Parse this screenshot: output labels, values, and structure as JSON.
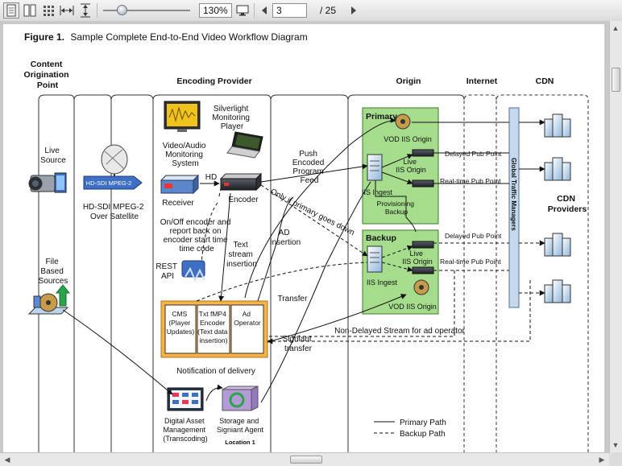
{
  "toolbar": {
    "zoom_value": "130%",
    "page_current": "3",
    "page_total_label": "/ 25"
  },
  "diagram": {
    "figure_title_bold": "Figure 1.",
    "figure_title_rest": "Sample Complete End-to-End Video Workflow Diagram",
    "columns": {
      "content_origination": [
        "Content",
        "Origination",
        "Point"
      ],
      "encoding_provider": "Encoding Provider",
      "origin": "Origin",
      "internet": "Internet",
      "cdn": "CDN"
    },
    "labels": {
      "live_source": [
        "Live",
        "Source"
      ],
      "file_based_sources": [
        "File",
        "Based",
        "Sources"
      ],
      "satellite_badge": "HD-SDI MPEG-2",
      "hd_sdi_satellite": [
        "HD-SDI MPEG-2",
        "Over Satellite"
      ],
      "video_audio_monitoring": [
        "Video/Audio",
        "Monitoring",
        "System"
      ],
      "silverlight_player": [
        "Silverlight",
        "Monitoring",
        "Player"
      ],
      "receiver": "Receiver",
      "hd": "HD",
      "encoder": "Encoder",
      "push_encoded_feed": [
        "Push",
        "Encoded",
        "Program",
        "Feed"
      ],
      "only_if_primary": "Only if primary goes down",
      "on_off_encoder": [
        "On/Off encoder and",
        "report back on",
        "encoder start time",
        "time code"
      ],
      "text_stream_insertion": [
        "Text",
        "stream",
        "insertion"
      ],
      "ad_insertion": [
        "AD",
        "Insertion"
      ],
      "rest_api": [
        "REST",
        "API"
      ],
      "cms": [
        "CMS",
        "(Player",
        "Updates)"
      ],
      "txt_fmp4_encoder": [
        "Txt fMP4",
        "Encoder",
        "(Text data",
        "insertion)"
      ],
      "ad_operator": [
        "Ad",
        "Operator"
      ],
      "transfer": "Transfer",
      "signiant_transfer": [
        "Signiant",
        "transfer"
      ],
      "notification_of_delivery": "Notification of delivery",
      "digital_asset_mgmt": [
        "Digital Asset",
        "Management",
        "(Transcoding)"
      ],
      "storage_signiant": [
        "Storage and",
        "Signiant Agent"
      ],
      "location_1": "Location 1",
      "primary": "Primary",
      "backup": "Backup",
      "vod_iis_origin": "VOD IIS Origin",
      "live_iis_origin": [
        "Live",
        "IIS Origin"
      ],
      "iis_ingest": "IIS Ingest",
      "provisioning_backup": [
        "Provisioning",
        "Backup"
      ],
      "delayed_pub_point": "Delayed Pub Point",
      "realtime_pub_point": "Real-time Pub Point",
      "global_traffic_managers": "Global Traffic Managers",
      "cdn_providers": [
        "CDN",
        "Providers"
      ],
      "non_delayed_stream": "Non-Delayed Stream for ad operator",
      "legend_primary": "Primary Path",
      "legend_backup": "Backup Path"
    },
    "colors": {
      "origin_green": "#a6dd8c",
      "encoding_box_orange": "#f6b347",
      "server_blue": "#7aa9d8"
    }
  }
}
